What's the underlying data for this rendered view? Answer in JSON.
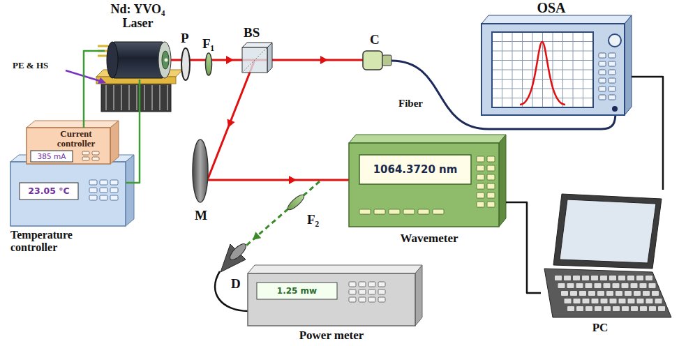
{
  "diagram": {
    "nodes": [
      {
        "text": [
          "Nd: YVO₄ Laser"
        ]
      },
      {
        "text": [
          "Current controller",
          "385 mA"
        ]
      },
      {
        "text": [
          "23.05 °C",
          "Temperature controller"
        ]
      },
      {
        "text": [
          "OSA"
        ]
      },
      {
        "text": [
          "1064.3720 nm",
          "Wavemeter"
        ]
      },
      {
        "text": [
          "1.25 mw",
          "Power meter"
        ]
      },
      {
        "text": [
          "PC"
        ]
      }
    ],
    "edges": [
      {
        "from": 1,
        "to": 0,
        "arrow": "none"
      },
      {
        "from": 2,
        "to": 0,
        "arrow": "none"
      },
      {
        "from": 4,
        "to": 6,
        "arrow": "none"
      },
      {
        "from": 3,
        "to": 6,
        "arrow": "none"
      }
    ],
    "labels": [
      "PE & HS",
      "P",
      "F₁",
      "BS",
      "C",
      "Fiber",
      "M",
      "F₂",
      "D"
    ]
  }
}
